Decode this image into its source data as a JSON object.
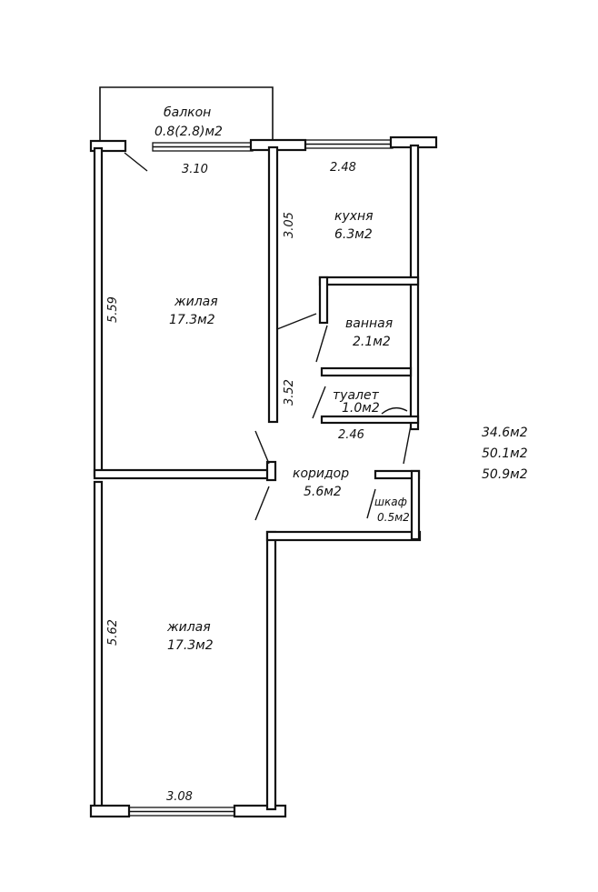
{
  "rooms": {
    "balcony": {
      "name": "балкон",
      "area": "0.8(2.8)м2"
    },
    "kitchen": {
      "name": "кухня",
      "area": "6.3м2"
    },
    "living1": {
      "name": "жилая",
      "area": "17.3м2"
    },
    "bathroom": {
      "name": "ванная",
      "area": "2.1м2"
    },
    "toilet": {
      "name": "туалет",
      "area": "1.0м2"
    },
    "corridor": {
      "name": "коридор",
      "area": "5.6м2"
    },
    "closet": {
      "name": "шкаф",
      "area": "0.5м2"
    },
    "living2": {
      "name": "жилая",
      "area": "17.3м2"
    }
  },
  "dimensions": {
    "top_left": "3.10",
    "top_right": "2.48",
    "left_upper": "5.59",
    "kitchen_height": "3.05",
    "toilet_height": "3.52",
    "mid_width": "2.46",
    "left_lower": "5.62",
    "bottom_width": "3.08"
  },
  "totals": [
    "34.6м2",
    "50.1м2",
    "50.9м2"
  ]
}
